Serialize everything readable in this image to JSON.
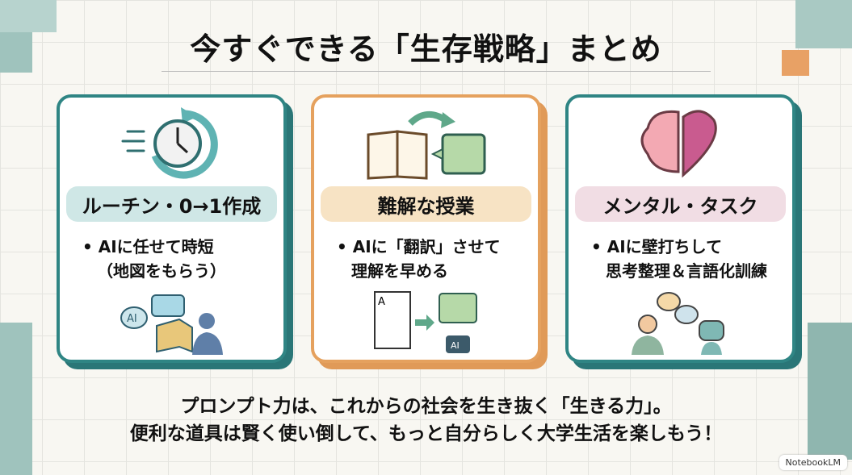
{
  "title": "今すぐできる「生存戦略」まとめ",
  "cards": [
    {
      "label": "ルーチン・0→1作成",
      "bullet_line1": "• AIに任せて時短",
      "bullet_line2": "（地図をもらう）",
      "illus_text": "AI"
    },
    {
      "label": "難解な授業",
      "bullet_line1": "• AIに「翻訳」させて",
      "bullet_line2": "理解を早める",
      "illus_text": "AI",
      "doc_text": "A"
    },
    {
      "label": "メンタル・タスク",
      "bullet_line1": "• AIに壁打ちして",
      "bullet_line2": "思考整理＆言語化訓練"
    }
  ],
  "footer": {
    "line1": "プロンプト力は、これからの社会を生き抜く「生きる力」。",
    "line2": "便利な道具は賢く使い倒して、もっと自分らしく大学生活を楽しもう！"
  },
  "badge": "NotebookLM",
  "colors": {
    "teal": "#2f8584",
    "orange": "#e5a15e",
    "pink": "#c95b8f"
  }
}
